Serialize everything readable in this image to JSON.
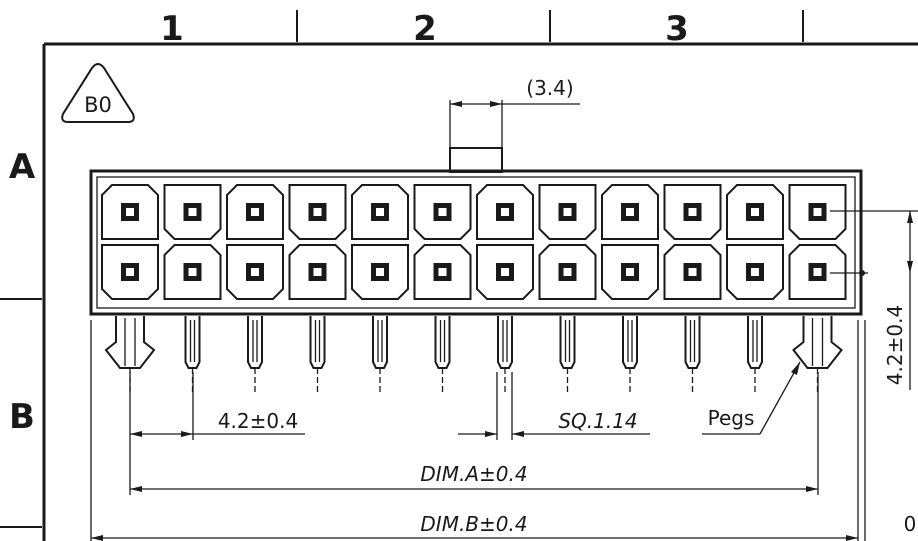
{
  "drawing": {
    "zones": {
      "columns": [
        "1",
        "2",
        "3"
      ],
      "rows": [
        "A",
        "B"
      ]
    },
    "revision_badge": "B0",
    "dimensions": {
      "tab_width": "(3.4)",
      "pitch": "4.2±0.4",
      "pin_square": "SQ.1.14",
      "row_pitch": "4.2±0.4",
      "dim_a": "DIM.A±0.4",
      "dim_b": "DIM.B±0.4",
      "edge_label": "0"
    },
    "callouts": {
      "pegs": "Pegs"
    },
    "connector": {
      "circuits": 24,
      "rows": 2,
      "columns": 12
    }
  }
}
